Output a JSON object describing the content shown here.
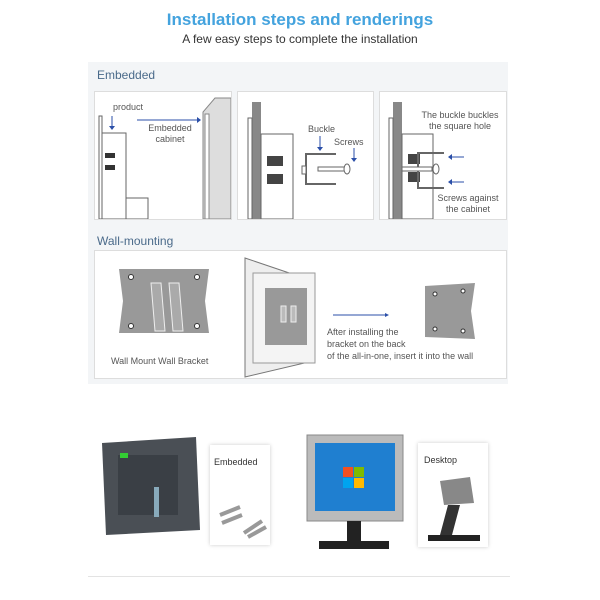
{
  "header": {
    "title": "Installation steps and renderings",
    "subtitle": "A few easy steps to complete the installation"
  },
  "embedded": {
    "title": "Embedded",
    "panel1": {
      "product": "product",
      "cabinet_line1": "Embedded",
      "cabinet_line2": "cabinet"
    },
    "panel2": {
      "buckle": "Buckle",
      "screws": "Screws"
    },
    "panel3": {
      "buckle_line1": "The buckle buckles",
      "buckle_line2": "the square hole",
      "screws_line1": "Screws against",
      "screws_line2": "the cabinet"
    }
  },
  "wall": {
    "title": "Wall-mounting",
    "bracket_label": "Wall Mount Wall Bracket",
    "instruction_line1": "After installing the",
    "instruction_line2": "bracket on the back",
    "instruction_line3": "of the all-in-one, insert it into the wall"
  },
  "renderings": {
    "embedded_label": "Embedded",
    "desktop_label": "Desktop"
  },
  "colors": {
    "accent": "#44a3de",
    "arrow": "#2b4fa8"
  }
}
